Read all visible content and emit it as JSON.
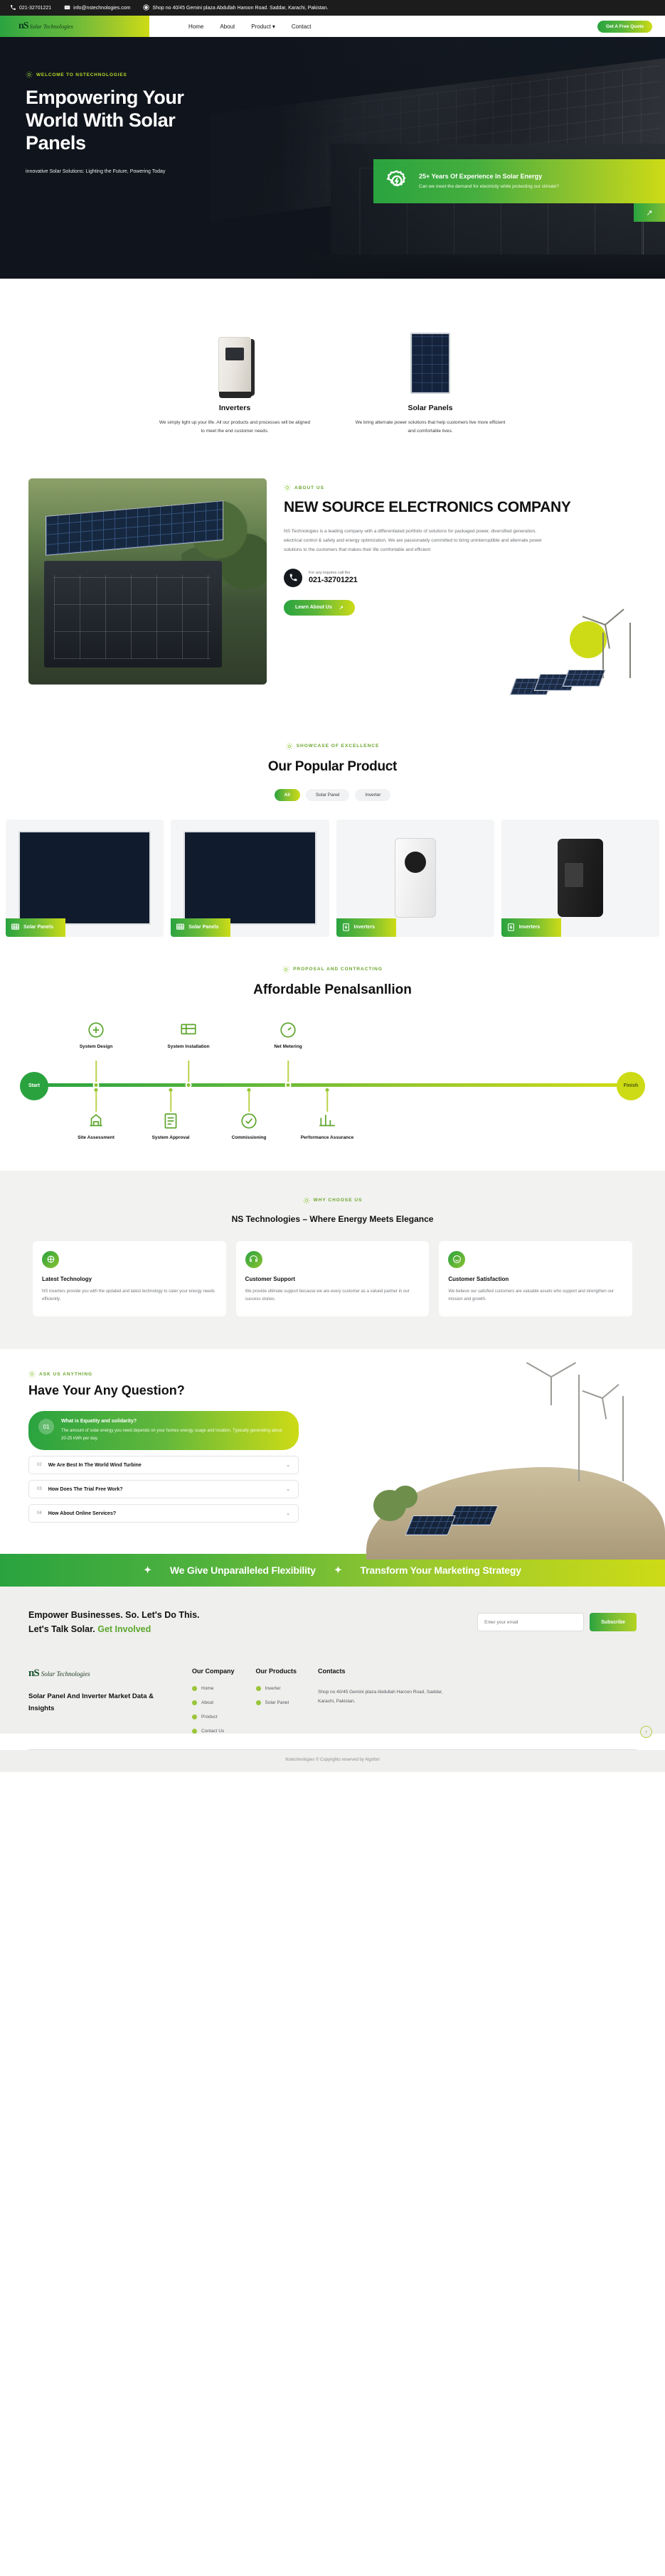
{
  "topbar": {
    "phone": "021-32701221",
    "email": "info@nstechnologies.com",
    "address": "Shop no 40/45 Gemini plaza Abdullah Haroon Road. Saddar, Karachi, Pakistan.",
    "phone_icon": "phone-icon",
    "email_icon": "envelope-icon",
    "address_icon": "location-icon"
  },
  "nav": {
    "logo_mark": "nS",
    "logo_text": "Solar Technologies",
    "items": [
      {
        "label": "Home"
      },
      {
        "label": "About"
      },
      {
        "label": "Product",
        "caret": "▾"
      },
      {
        "label": "Contact"
      }
    ],
    "cta": "Get A Free Quote"
  },
  "hero": {
    "eyebrow": "WELCOME TO NSTECHNOLOGIES",
    "title_line1": "Empowering Your",
    "title_line2": "World With Solar",
    "title_line3": "Panels",
    "subtitle": "innovative Solar Solutions: Lighting the Future, Powering Today",
    "badge": {
      "title": "25+ Years Of Experience In Solar Energy",
      "desc": "Can we meet the demand for electricity while protecting our climate?",
      "icon": "gear-bolt-icon",
      "arrow": "↗"
    }
  },
  "categories": [
    {
      "title": "Inverters",
      "desc": "We simply light up your life. All our products and processes will be aligned to meet the end customer needs.",
      "image": "inverter-product-image"
    },
    {
      "title": "Solar Panels",
      "desc": "We bring alternate power solutions that help customers live more efficient and comfortable lives.",
      "image": "solar-panel-product-image"
    }
  ],
  "about": {
    "eyebrow": "ABOUT US",
    "heading": "NEW SOURCE ELECTRONICS COMPANY",
    "paragraph": "NS Technologies is a leading company with a differentiated portfolio of solutions for packaged power, diversified generation, electrical control & safety and energy optimization. We are passionately committed to bring uninterruptible and alternate power solutions to the customers that makes their life comfortable and efficient",
    "call_label": "For any inquires call the",
    "call_number": "021-32701221",
    "button": "Learn About Us",
    "button_arrow": "↗"
  },
  "products": {
    "eyebrow": "SHOWCASE OF EXCELLENCE",
    "heading": "Our Popular Product",
    "filters": [
      {
        "label": "All",
        "active": true
      },
      {
        "label": "Solar Panel",
        "active": false
      },
      {
        "label": "Inverter",
        "active": false
      }
    ],
    "cards": [
      {
        "tag": "Solar Panels",
        "icon": "solar-panel-icon",
        "type": "panel"
      },
      {
        "tag": "Solar Panels",
        "icon": "solar-panel-icon",
        "type": "panel-stack"
      },
      {
        "tag": "Inverters",
        "icon": "inverter-icon",
        "type": "inverter-white"
      },
      {
        "tag": "Inverters",
        "icon": "inverter-icon",
        "type": "inverter-black"
      }
    ]
  },
  "timeline": {
    "eyebrow": "PROPOSAL AND CONTRACTING",
    "heading": "Affordable Penalsanllion",
    "start_label": "Start",
    "finish_label": "Finish",
    "top_nodes": [
      {
        "label": "System Design",
        "icon": "design-icon"
      },
      {
        "label": "System Installation",
        "icon": "installation-icon"
      },
      {
        "label": "Net Metering",
        "icon": "meter-icon"
      }
    ],
    "bottom_nodes": [
      {
        "label": "Site Assessment",
        "icon": "site-icon"
      },
      {
        "label": "System Approval",
        "icon": "approval-icon"
      },
      {
        "label": "Commissioning",
        "icon": "commissioning-icon"
      },
      {
        "label": "Performance Assurance",
        "icon": "performance-icon"
      }
    ]
  },
  "why": {
    "eyebrow": "WHY CHOOSE US",
    "heading": "NS Technologies – Where Energy Meets Elegance",
    "cards": [
      {
        "title": "Latest Technology",
        "desc": "NS inverters provide you with the updated and latest technology to cater your energy needs efficiently.",
        "icon": "technology-icon"
      },
      {
        "title": "Customer Support",
        "desc": "We provide ultimate support because we are every customer as a valued partner in our success stories.",
        "icon": "support-icon"
      },
      {
        "title": "Customer Satisfaction",
        "desc": "We believe our satisfied customers are valuable assets who support and strengthen our mission and growth.",
        "icon": "satisfaction-icon"
      }
    ]
  },
  "faq": {
    "eyebrow": "ASK US ANYTHING",
    "heading": "Have Your Any Question?",
    "open": {
      "num": "01",
      "question": "What is Equatity and solidarity?",
      "answer": "The amount of solar energy you need depends on your homes energy usage and location. Typically generating about 20-25 kWh per day."
    },
    "items": [
      {
        "num": "02",
        "question": "We Are Best In The World Wind Turbine",
        "chevron": "⌄"
      },
      {
        "num": "03",
        "question": "How Does The Trial Free Work?",
        "chevron": "⌄"
      },
      {
        "num": "04",
        "question": "How About Online Services?",
        "chevron": "⌄"
      }
    ]
  },
  "marquee": {
    "star": "✦",
    "item1": "We Give Unparalleled Flexibility",
    "item2": "Transform Your Marketing Strategy"
  },
  "subscribe": {
    "line1": "Empower Businesses. So. Let's Do This.",
    "line2": "Let's Talk Solar.",
    "link": "Get Involved",
    "placeholder": "Enter your email",
    "value": "",
    "button": "Subscribe"
  },
  "footer": {
    "logo_mark": "nS",
    "logo_text": "Solar Technologies",
    "tagline": "Solar Panel And Inverter Market Data & Insights",
    "columns": [
      {
        "heading": "Our Company",
        "links": [
          "Home",
          "About",
          "Product",
          "Contact Us"
        ]
      },
      {
        "heading": "Our Products",
        "links": [
          "Inverter",
          "Solar Panel"
        ]
      }
    ],
    "contacts_heading": "Contacts",
    "contacts_address": "Shop no 40/45 Gemini plaza Abdullah Haroon Road, Saddar, Karachi, Pakistan.",
    "copyright": "Nstechnologies © Copyrights reserved by Algofort",
    "to_top_icon": "arrow-up-icon"
  },
  "colors": {
    "green_dark": "#2aa33f",
    "green_mid": "#8ac230",
    "lime": "#cddb16",
    "dark": "#11161f",
    "grey_bg": "#efefed"
  }
}
